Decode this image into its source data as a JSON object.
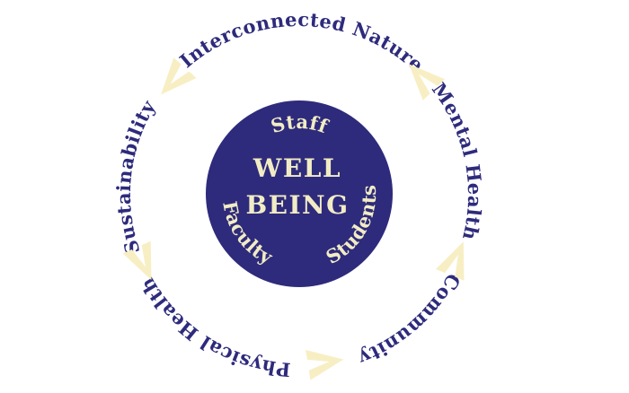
{
  "colors": {
    "background": "#ffffff",
    "navy": "#2e2b7c",
    "cream": "#f2ecc5",
    "arrow": "#f7efc3"
  },
  "diagram": {
    "center": {
      "title_line1": "WELL",
      "title_line2": "BEING"
    },
    "inner_labels": {
      "top": "Staff",
      "bottom_left": "Faculty",
      "bottom_right": "Students"
    },
    "outer_labels": {
      "top": "Interconnected Nature",
      "right_upper": "Mental Health",
      "right_lower": "Community",
      "bottom": "Physical Health",
      "left": "Sustainability"
    },
    "cycle_direction": "counterclockwise",
    "arrow_count": 5
  }
}
